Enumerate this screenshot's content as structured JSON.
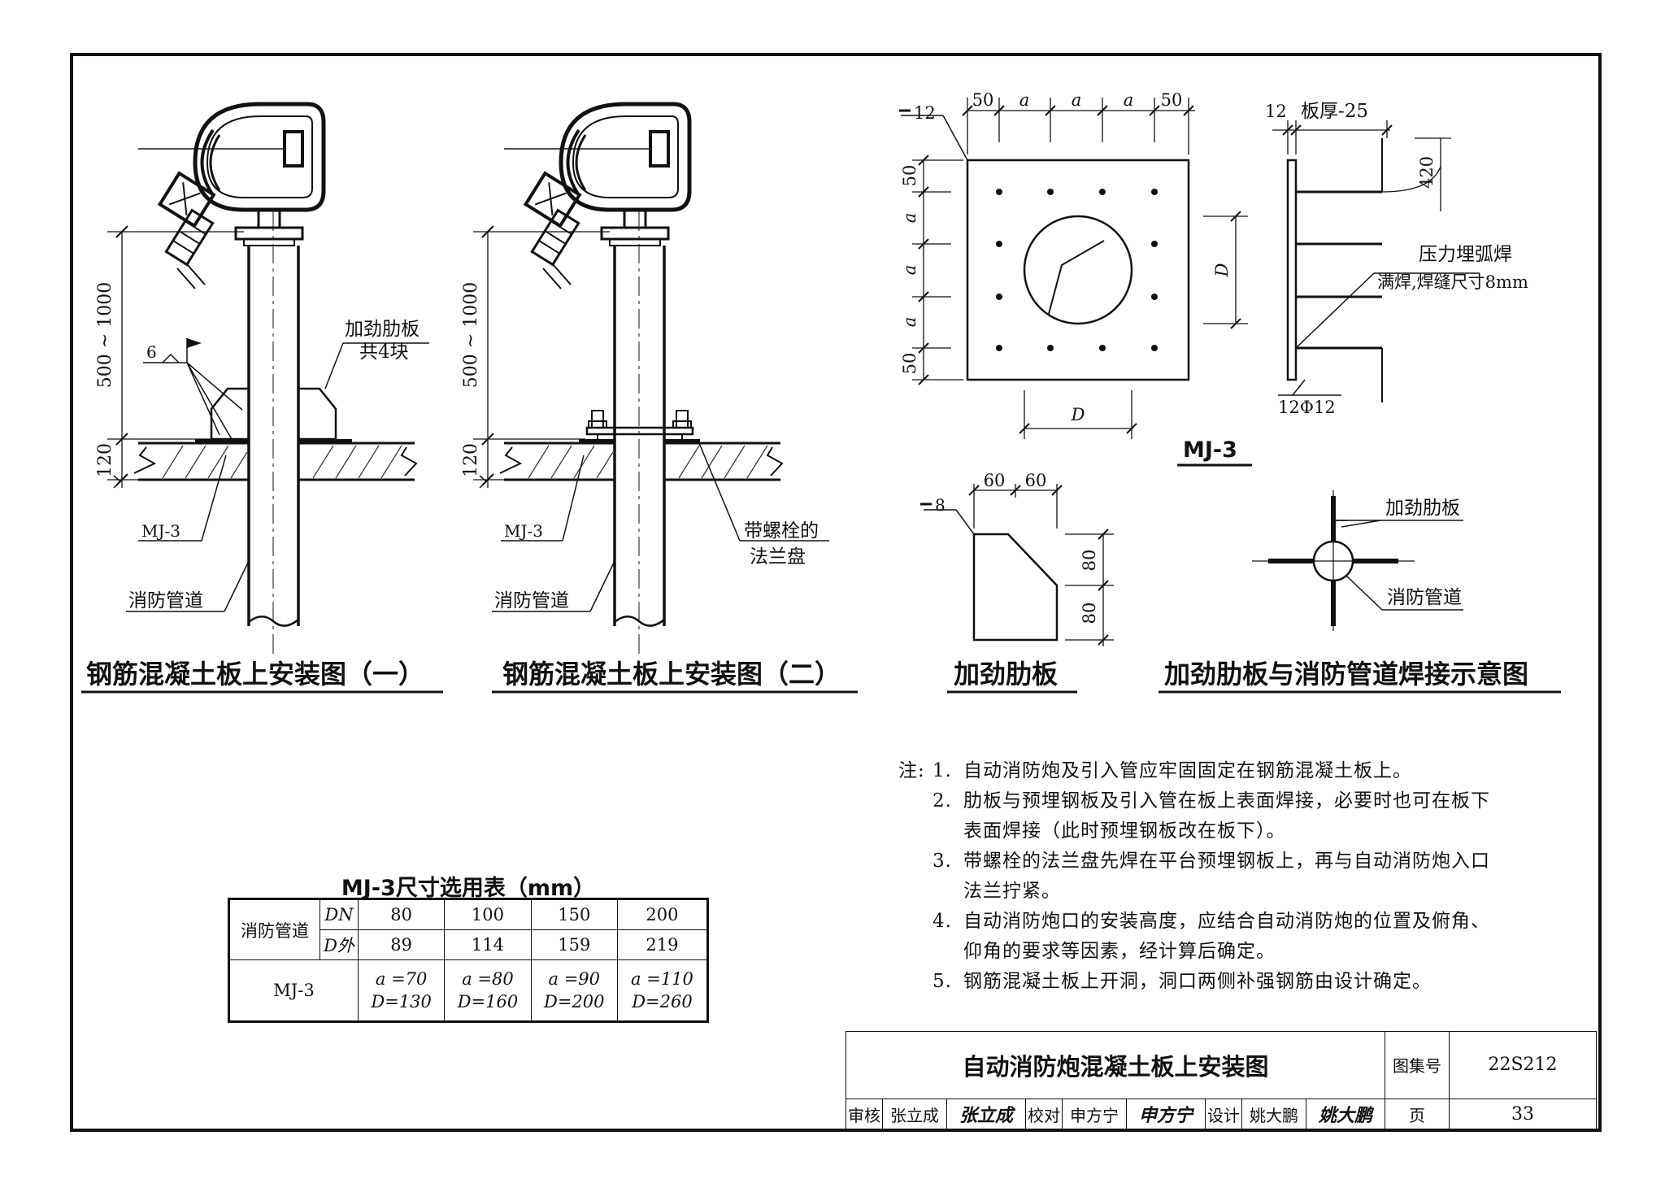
{
  "views": {
    "view1": {
      "title": "钢筋混凝土板上安装图（一）",
      "dim_height": "500 ~ 1000",
      "dim_slab": "120",
      "weld_size": "6",
      "rib_label_1": "加劲肋板",
      "rib_label_2": "共4块",
      "embed_label": "MJ-3",
      "pipe_label": "消防管道"
    },
    "view2": {
      "title": "钢筋混凝土板上安装图（二）",
      "dim_height": "500 ~ 1000",
      "dim_slab": "120",
      "embed_label": "MJ-3",
      "flange_label_1": "带螺栓的",
      "flange_label_2": "法兰盘",
      "pipe_label": "消防管道"
    },
    "mj3": {
      "label": "MJ-3",
      "plate_thk": "12",
      "top_dims": [
        "50",
        "a",
        "a",
        "a",
        "50"
      ],
      "left_dims": [
        "50",
        "a",
        "a",
        "a",
        "50"
      ],
      "dia_vertical": "D",
      "dia_horizontal": "D",
      "side_thk": "12",
      "side_slab": "板厚-25",
      "side_len": "420",
      "weld_note_1": "压力埋弧焊",
      "weld_note_2": "满焊,焊缝尺寸8mm",
      "bars": "12Φ12"
    },
    "rib": {
      "title": "加劲肋板",
      "thk": "8",
      "top_dims": [
        "60",
        "60"
      ],
      "side_dims": [
        "80",
        "80"
      ]
    },
    "weld_view": {
      "title": "加劲肋板与消防管道焊接示意图",
      "rib_label": "加劲肋板",
      "pipe_label": "消防管道"
    }
  },
  "notes": {
    "lead": "注:",
    "items": [
      {
        "num": "1.",
        "lines": [
          "自动消防炮及引入管应牢固固定在钢筋混凝土板上。"
        ]
      },
      {
        "num": "2.",
        "lines": [
          "肋板与预埋钢板及引入管在板上表面焊接，必要时也可在板下",
          "表面焊接（此时预埋钢板改在板下）。"
        ]
      },
      {
        "num": "3.",
        "lines": [
          "带螺栓的法兰盘先焊在平台预埋钢板上，再与自动消防炮入口",
          "法兰拧紧。"
        ]
      },
      {
        "num": "4.",
        "lines": [
          "自动消防炮口的安装高度，应结合自动消防炮的位置及俯角、",
          "仰角的要求等因素，经计算后确定。"
        ]
      },
      {
        "num": "5.",
        "lines": [
          "钢筋混凝土板上开洞，洞口两侧补强钢筋由设计确定。"
        ]
      }
    ]
  },
  "spec_table": {
    "title": "MJ-3尺寸选用表（mm）",
    "row_group": "消防管道",
    "dn_label": "DN",
    "dout_label": "D外",
    "dn": [
      "80",
      "100",
      "150",
      "200"
    ],
    "dout": [
      "89",
      "114",
      "159",
      "219"
    ],
    "mj_label": "MJ-3",
    "a_vals": [
      "a =70",
      "a =80",
      "a =90",
      "a =110"
    ],
    "d_vals": [
      "D=130",
      "D=160",
      "D=200",
      "D=260"
    ]
  },
  "title_block": {
    "drawing_title": "自动消防炮混凝土板上安装图",
    "atlas_label": "图集号",
    "atlas_no": "22S212",
    "page_label": "页",
    "page_no": "33",
    "review_label": "审核",
    "reviewer": "张立成",
    "reviewer_sig": "张立成",
    "check_label": "校对",
    "checker": "申方宁",
    "checker_sig": "申方宁",
    "design_label": "设计",
    "designer": "姚大鹏",
    "designer_sig": "姚大鹏"
  }
}
